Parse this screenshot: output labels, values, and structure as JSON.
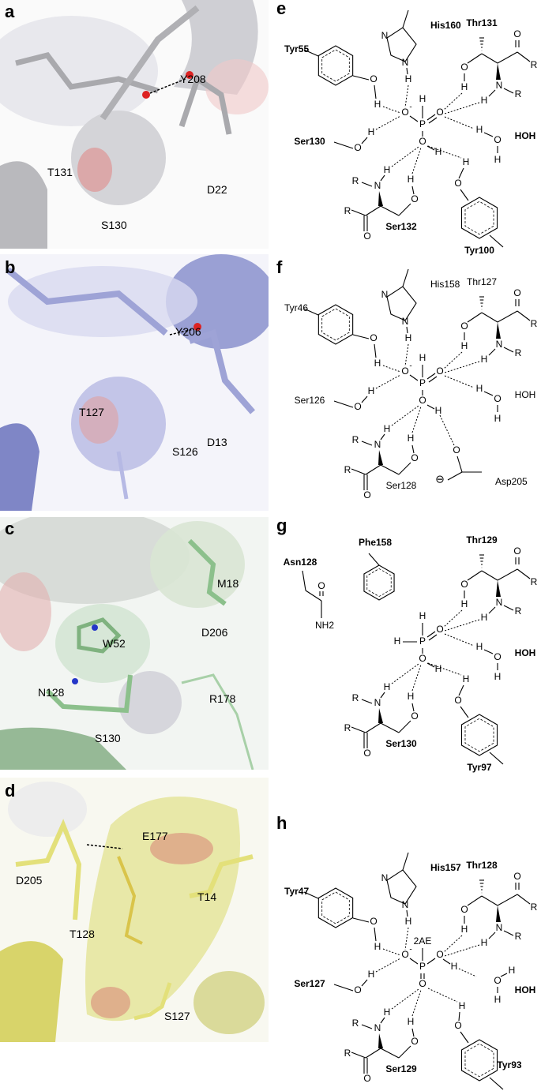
{
  "atoms": {
    "O": "O",
    "H": "H",
    "N": "N",
    "P": "P",
    "R": "R",
    "NH2": "NH2",
    "minus": "-",
    "circled_minus": "⊖"
  },
  "structures": [
    {
      "letter": "a",
      "colors": {
        "carbon": "#c8c8cc",
        "surface": "#d8d8dc"
      },
      "residues": [
        "Y208",
        "D22",
        "T131",
        "S130"
      ]
    },
    {
      "letter": "b",
      "colors": {
        "carbon": "#9ea3d6",
        "surface": "#b7b9e4"
      },
      "residues": [
        "Y206",
        "D13",
        "T127",
        "S126"
      ]
    },
    {
      "letter": "c",
      "colors": {
        "carbon": "#8cc08c",
        "surface": "#c9dcc9"
      },
      "residues": [
        "M18",
        "W52",
        "D206",
        "N128",
        "R178",
        "S130"
      ]
    },
    {
      "letter": "d",
      "colors": {
        "carbon": "#e3e07a",
        "surface": "#eeee9a"
      },
      "residues": [
        "E177",
        "D205",
        "T14",
        "T128",
        "S127"
      ]
    }
  ],
  "diagrams": [
    {
      "letter": "e",
      "his": "His160",
      "thr": "Thr131",
      "tyr_left": "Tyr55",
      "ser_left": "Ser130",
      "ser_bottom": "Ser132",
      "tyr_bottom": "Tyr100",
      "water": "HOH"
    },
    {
      "letter": "f",
      "his": "His158",
      "thr": "Thr127",
      "tyr_left": "Tyr46",
      "ser_left": "Ser126",
      "ser_bottom": "Ser128",
      "asp": "Asp205",
      "water": "HOH"
    },
    {
      "letter": "g",
      "asn": "Asn128",
      "phe": "Phe158",
      "thr": "Thr129",
      "ser_bottom": "Ser130",
      "tyr_bottom": "Tyr97",
      "water": "HOH"
    },
    {
      "letter": "h",
      "his": "His157",
      "thr": "Thr128",
      "tyr_left": "Tyr47",
      "ser_left": "Ser127",
      "ser_bottom": "Ser129",
      "tyr_bottom": "Tyr93",
      "ligand": "2AE",
      "water": "HOH"
    }
  ]
}
